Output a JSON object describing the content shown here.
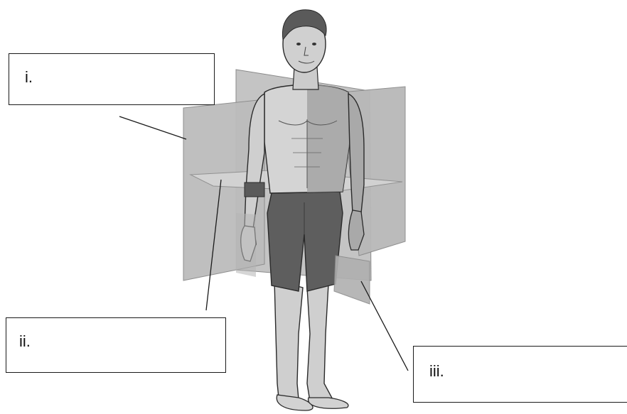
{
  "labels": {
    "i": "i.",
    "ii": "ii.",
    "iii": "iii."
  },
  "colors": {
    "plane_fill": "#bdbdbd",
    "plane_dark": "#9a9a9a",
    "skin": "#cfcfcf",
    "shorts": "#5e5e5e",
    "hair": "#5a5a5a",
    "outline": "#2a2a2a",
    "leader": "#1a1a1a"
  }
}
